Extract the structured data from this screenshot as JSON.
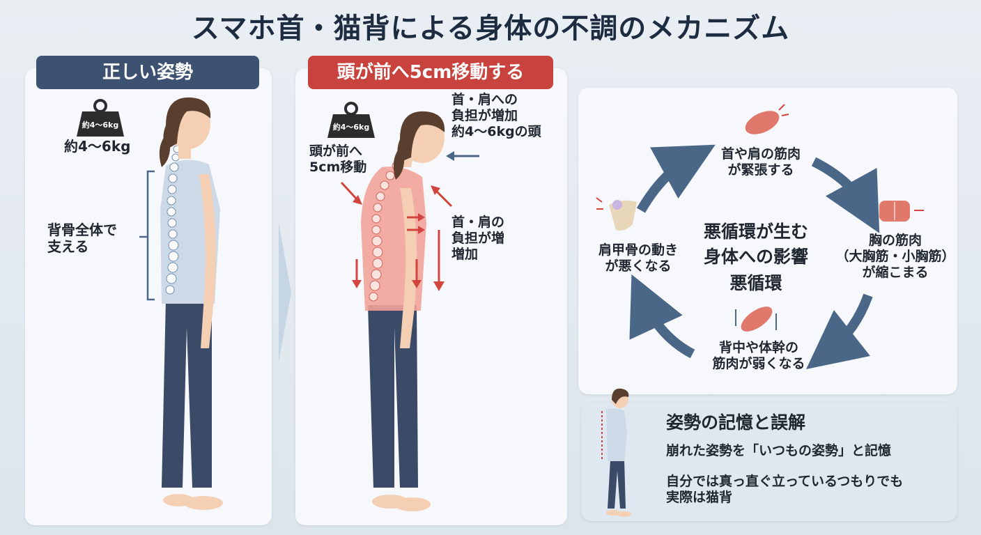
{
  "title": "スマホ首・猫背による身体の不調のメカニズム",
  "left_panel": {
    "header": "正しい姿勢",
    "weight_badge": "約4～6kg",
    "weight_label": "約4～6kg",
    "spine_label": "背骨全体で\n支える"
  },
  "middle_panel": {
    "header": "頭が前へ5cm移動する",
    "weight_badge": "約4～6kg",
    "head_move_label": "頭が前へ\n5cm移動",
    "neck_load_top": "首・肩への\n負担が増加\n約4～6kgの頭",
    "neck_load_side": "首・肩の\n負担が増\n増加"
  },
  "cycle": {
    "center_line1": "悪循環が生む",
    "center_line2": "身体への影響",
    "center_line3": "悪循環",
    "node_top": "首や肩の筋肉\nが緊張する",
    "node_right": "胸の筋肉\n（大胸筋・小胸筋）\nが縮こまる",
    "node_bottom": "背中や体幹の\n筋肉が弱くなる",
    "node_left": "肩甲骨の動き\nが悪くなる"
  },
  "memory_box": {
    "title": "姿勢の記憶と誤解",
    "line1": "崩れた姿勢を「いつもの姿勢」と記憶",
    "line2": "自分では真っ直ぐ立っているつもりでも\n実際は猫背"
  },
  "colors": {
    "navy": "#3d5170",
    "red": "#c8423e",
    "arrow_blue": "#4a6788",
    "skin": "#f5cfb4",
    "shirt_good": "#cdd9e6",
    "shirt_bad": "#f2a39a",
    "pants": "#3b4a66",
    "hair": "#5a3f2e"
  }
}
